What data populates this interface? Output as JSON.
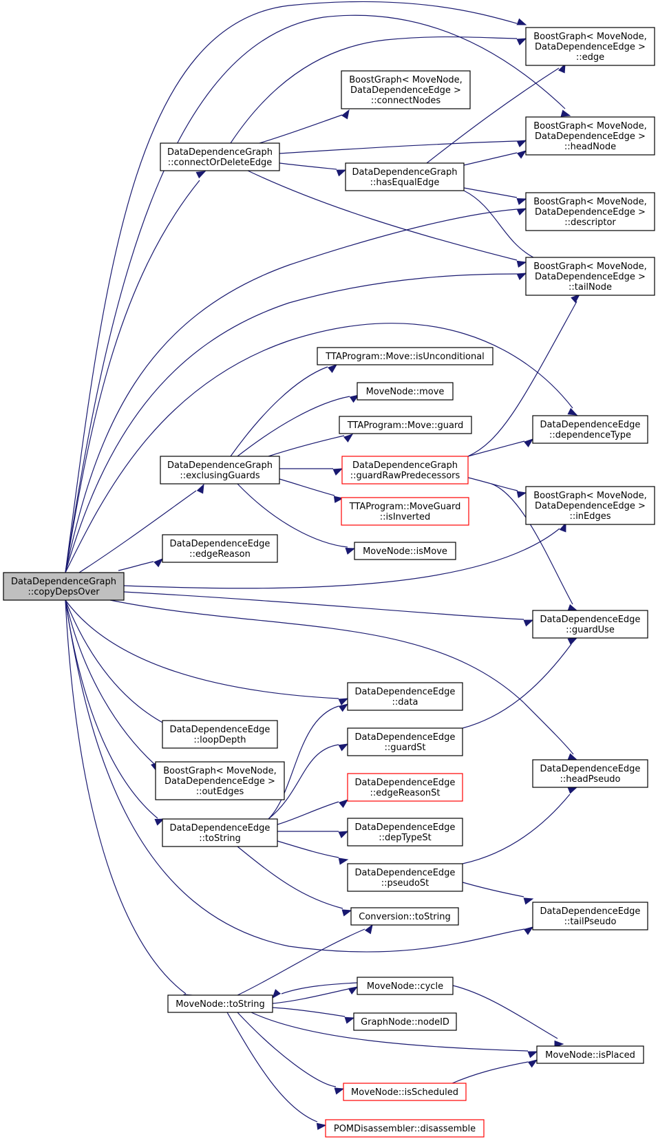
{
  "colors": {
    "edge": "#191970",
    "node_border": "#000000",
    "node_border_incomplete": "#ff0000",
    "root_fill": "#bfbfbf",
    "node_fill": "#ffffff"
  },
  "nodes": [
    {
      "id": "root",
      "lines": [
        "DataDependenceGraph",
        "::copyDepsOver"
      ],
      "style": "root"
    },
    {
      "id": "bg_edge",
      "lines": [
        "BoostGraph< MoveNode,",
        "DataDependenceEdge >",
        "::edge"
      ],
      "style": "normal"
    },
    {
      "id": "bg_connectNodes",
      "lines": [
        "BoostGraph< MoveNode,",
        "DataDependenceEdge >",
        "::connectNodes"
      ],
      "style": "normal"
    },
    {
      "id": "bg_headNode",
      "lines": [
        "BoostGraph< MoveNode,",
        "DataDependenceEdge >",
        "::headNode"
      ],
      "style": "normal"
    },
    {
      "id": "ddg_connectOrDeleteEdge",
      "lines": [
        "DataDependenceGraph",
        "::connectOrDeleteEdge"
      ],
      "style": "normal"
    },
    {
      "id": "ddg_hasEqualEdge",
      "lines": [
        "DataDependenceGraph",
        "::hasEqualEdge"
      ],
      "style": "normal"
    },
    {
      "id": "bg_descriptor",
      "lines": [
        "BoostGraph< MoveNode,",
        "DataDependenceEdge >",
        "::descriptor"
      ],
      "style": "normal"
    },
    {
      "id": "bg_tailNode",
      "lines": [
        "BoostGraph< MoveNode,",
        "DataDependenceEdge >",
        "::tailNode"
      ],
      "style": "normal"
    },
    {
      "id": "tta_isUnconditional",
      "lines": [
        "TTAProgram::Move::isUnconditional"
      ],
      "style": "normal"
    },
    {
      "id": "mn_move",
      "lines": [
        "MoveNode::move"
      ],
      "style": "normal"
    },
    {
      "id": "tta_guard",
      "lines": [
        "TTAProgram::Move::guard"
      ],
      "style": "normal"
    },
    {
      "id": "dde_dependenceType",
      "lines": [
        "DataDependenceEdge",
        "::dependenceType"
      ],
      "style": "normal"
    },
    {
      "id": "ddg_exclusingGuards",
      "lines": [
        "DataDependenceGraph",
        "::exclusingGuards"
      ],
      "style": "normal"
    },
    {
      "id": "ddg_guardRawPredecessors",
      "lines": [
        "DataDependenceGraph",
        "::guardRawPredecessors"
      ],
      "style": "incomplete"
    },
    {
      "id": "tta_isInverted",
      "lines": [
        "TTAProgram::MoveGuard",
        "::isInverted"
      ],
      "style": "incomplete"
    },
    {
      "id": "bg_inEdges",
      "lines": [
        "BoostGraph< MoveNode,",
        "DataDependenceEdge >",
        "::inEdges"
      ],
      "style": "normal"
    },
    {
      "id": "dde_edgeReason",
      "lines": [
        "DataDependenceEdge",
        "::edgeReason"
      ],
      "style": "normal"
    },
    {
      "id": "mn_isMove",
      "lines": [
        "MoveNode::isMove"
      ],
      "style": "normal"
    },
    {
      "id": "dde_guardUse",
      "lines": [
        "DataDependenceEdge",
        "::guardUse"
      ],
      "style": "normal"
    },
    {
      "id": "dde_data",
      "lines": [
        "DataDependenceEdge",
        "::data"
      ],
      "style": "normal"
    },
    {
      "id": "dde_loopDepth",
      "lines": [
        "DataDependenceEdge",
        "::loopDepth"
      ],
      "style": "normal"
    },
    {
      "id": "dde_guardSt",
      "lines": [
        "DataDependenceEdge",
        "::guardSt"
      ],
      "style": "normal"
    },
    {
      "id": "bg_outEdges",
      "lines": [
        "BoostGraph< MoveNode,",
        "DataDependenceEdge >",
        "::outEdges"
      ],
      "style": "normal"
    },
    {
      "id": "dde_headPseudo",
      "lines": [
        "DataDependenceEdge",
        "::headPseudo"
      ],
      "style": "normal"
    },
    {
      "id": "dde_edgeReasonSt",
      "lines": [
        "DataDependenceEdge",
        "::edgeReasonSt"
      ],
      "style": "incomplete"
    },
    {
      "id": "dde_toString",
      "lines": [
        "DataDependenceEdge",
        "::toString"
      ],
      "style": "normal"
    },
    {
      "id": "dde_depTypeSt",
      "lines": [
        "DataDependenceEdge",
        "::depTypeSt"
      ],
      "style": "normal"
    },
    {
      "id": "dde_pseudoSt",
      "lines": [
        "DataDependenceEdge",
        "::pseudoSt"
      ],
      "style": "normal"
    },
    {
      "id": "conv_toString",
      "lines": [
        "Conversion::toString"
      ],
      "style": "normal"
    },
    {
      "id": "dde_tailPseudo",
      "lines": [
        "DataDependenceEdge",
        "::tailPseudo"
      ],
      "style": "normal"
    },
    {
      "id": "mn_cycle",
      "lines": [
        "MoveNode::cycle"
      ],
      "style": "normal"
    },
    {
      "id": "mn_toString",
      "lines": [
        "MoveNode::toString"
      ],
      "style": "normal"
    },
    {
      "id": "gn_nodeID",
      "lines": [
        "GraphNode::nodeID"
      ],
      "style": "normal"
    },
    {
      "id": "mn_isPlaced",
      "lines": [
        "MoveNode::isPlaced"
      ],
      "style": "normal"
    },
    {
      "id": "mn_isScheduled",
      "lines": [
        "MoveNode::isScheduled"
      ],
      "style": "incomplete"
    },
    {
      "id": "pom_disassemble",
      "lines": [
        "POMDisassembler::disassemble"
      ],
      "style": "incomplete"
    }
  ],
  "edges": [
    [
      "root",
      "bg_edge"
    ],
    [
      "root",
      "bg_headNode"
    ],
    [
      "root",
      "ddg_connectOrDeleteEdge"
    ],
    [
      "root",
      "bg_descriptor"
    ],
    [
      "root",
      "bg_tailNode"
    ],
    [
      "root",
      "dde_dependenceType"
    ],
    [
      "root",
      "ddg_exclusingGuards"
    ],
    [
      "root",
      "dde_edgeReason"
    ],
    [
      "root",
      "bg_inEdges"
    ],
    [
      "root",
      "dde_guardUse"
    ],
    [
      "root",
      "dde_headPseudo"
    ],
    [
      "root",
      "dde_data"
    ],
    [
      "root",
      "dde_loopDepth"
    ],
    [
      "root",
      "bg_outEdges"
    ],
    [
      "root",
      "dde_toString"
    ],
    [
      "root",
      "dde_tailPseudo"
    ],
    [
      "root",
      "mn_toString"
    ],
    [
      "ddg_connectOrDeleteEdge",
      "bg_edge"
    ],
    [
      "ddg_connectOrDeleteEdge",
      "bg_connectNodes"
    ],
    [
      "ddg_connectOrDeleteEdge",
      "bg_headNode"
    ],
    [
      "ddg_connectOrDeleteEdge",
      "ddg_hasEqualEdge"
    ],
    [
      "ddg_connectOrDeleteEdge",
      "bg_tailNode"
    ],
    [
      "ddg_hasEqualEdge",
      "bg_edge"
    ],
    [
      "ddg_hasEqualEdge",
      "bg_headNode"
    ],
    [
      "ddg_hasEqualEdge",
      "bg_descriptor"
    ],
    [
      "ddg_hasEqualEdge",
      "bg_tailNode"
    ],
    [
      "ddg_exclusingGuards",
      "tta_isUnconditional"
    ],
    [
      "ddg_exclusingGuards",
      "mn_move"
    ],
    [
      "ddg_exclusingGuards",
      "tta_guard"
    ],
    [
      "ddg_exclusingGuards",
      "ddg_guardRawPredecessors"
    ],
    [
      "ddg_exclusingGuards",
      "tta_isInverted"
    ],
    [
      "ddg_exclusingGuards",
      "mn_isMove"
    ],
    [
      "ddg_guardRawPredecessors",
      "bg_tailNode"
    ],
    [
      "ddg_guardRawPredecessors",
      "dde_dependenceType"
    ],
    [
      "ddg_guardRawPredecessors",
      "bg_inEdges"
    ],
    [
      "ddg_guardRawPredecessors",
      "dde_guardUse"
    ],
    [
      "dde_toString",
      "dde_data"
    ],
    [
      "dde_toString",
      "dde_guardSt"
    ],
    [
      "dde_toString",
      "dde_edgeReasonSt"
    ],
    [
      "dde_toString",
      "dde_depTypeSt"
    ],
    [
      "dde_toString",
      "dde_pseudoSt"
    ],
    [
      "dde_toString",
      "conv_toString"
    ],
    [
      "dde_guardSt",
      "dde_guardUse"
    ],
    [
      "dde_pseudoSt",
      "dde_headPseudo"
    ],
    [
      "dde_pseudoSt",
      "dde_tailPseudo"
    ],
    [
      "mn_toString",
      "conv_toString"
    ],
    [
      "mn_toString",
      "mn_cycle"
    ],
    [
      "mn_toString",
      "gn_nodeID"
    ],
    [
      "mn_toString",
      "mn_isPlaced"
    ],
    [
      "mn_toString",
      "mn_isScheduled"
    ],
    [
      "mn_toString",
      "pom_disassemble"
    ],
    [
      "mn_cycle",
      "mn_toString"
    ],
    [
      "mn_cycle",
      "mn_isPlaced"
    ],
    [
      "mn_isScheduled",
      "mn_isPlaced"
    ]
  ]
}
